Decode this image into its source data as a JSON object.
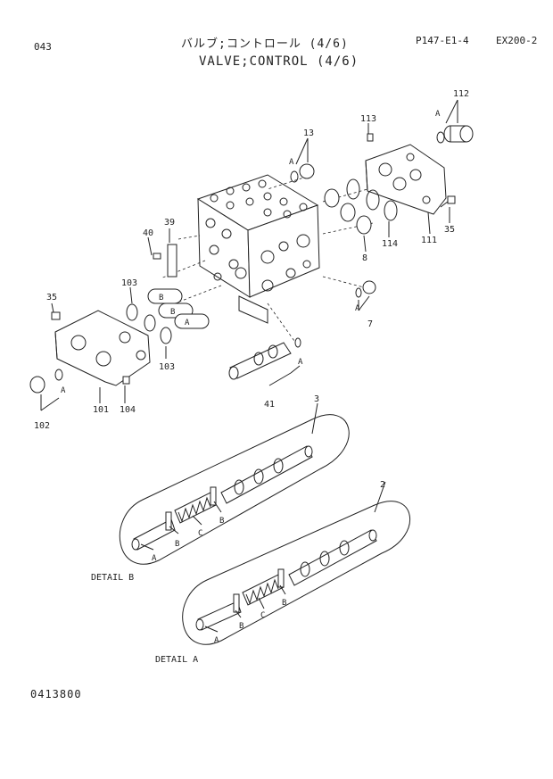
{
  "header": {
    "page_number": "043",
    "title_jp": "バルブ;コントロール (4/6)",
    "title_en": "VALVE;CONTROL (4/6)",
    "ref_code": "P147-E1-4",
    "model": "EX200-2"
  },
  "footer": {
    "code": "0413800"
  },
  "callouts": {
    "p112": "112",
    "p113": "113",
    "p13": "13",
    "p39": "39",
    "p40": "40",
    "p35a": "35",
    "p35b": "35",
    "p103a": "103",
    "p103b": "103",
    "p111": "111",
    "p114": "114",
    "p8": "8",
    "p7": "7",
    "p41": "41",
    "p101": "101",
    "p102": "102",
    "p104": "104",
    "p3": "3",
    "p2": "2"
  },
  "letters": {
    "a112": "A",
    "a13": "A",
    "a7": "A",
    "a41": "A",
    "a102": "A",
    "sealA": "A",
    "sealB1": "B",
    "sealB2": "B",
    "dB_A": "A",
    "dB_B1": "B",
    "dB_C": "C",
    "dB_B2": "B",
    "dA_A": "A",
    "dA_B1": "B",
    "dA_C": "C",
    "dA_B2": "B"
  },
  "details": {
    "b_label": "DETAIL B",
    "a_label": "DETAIL A"
  }
}
